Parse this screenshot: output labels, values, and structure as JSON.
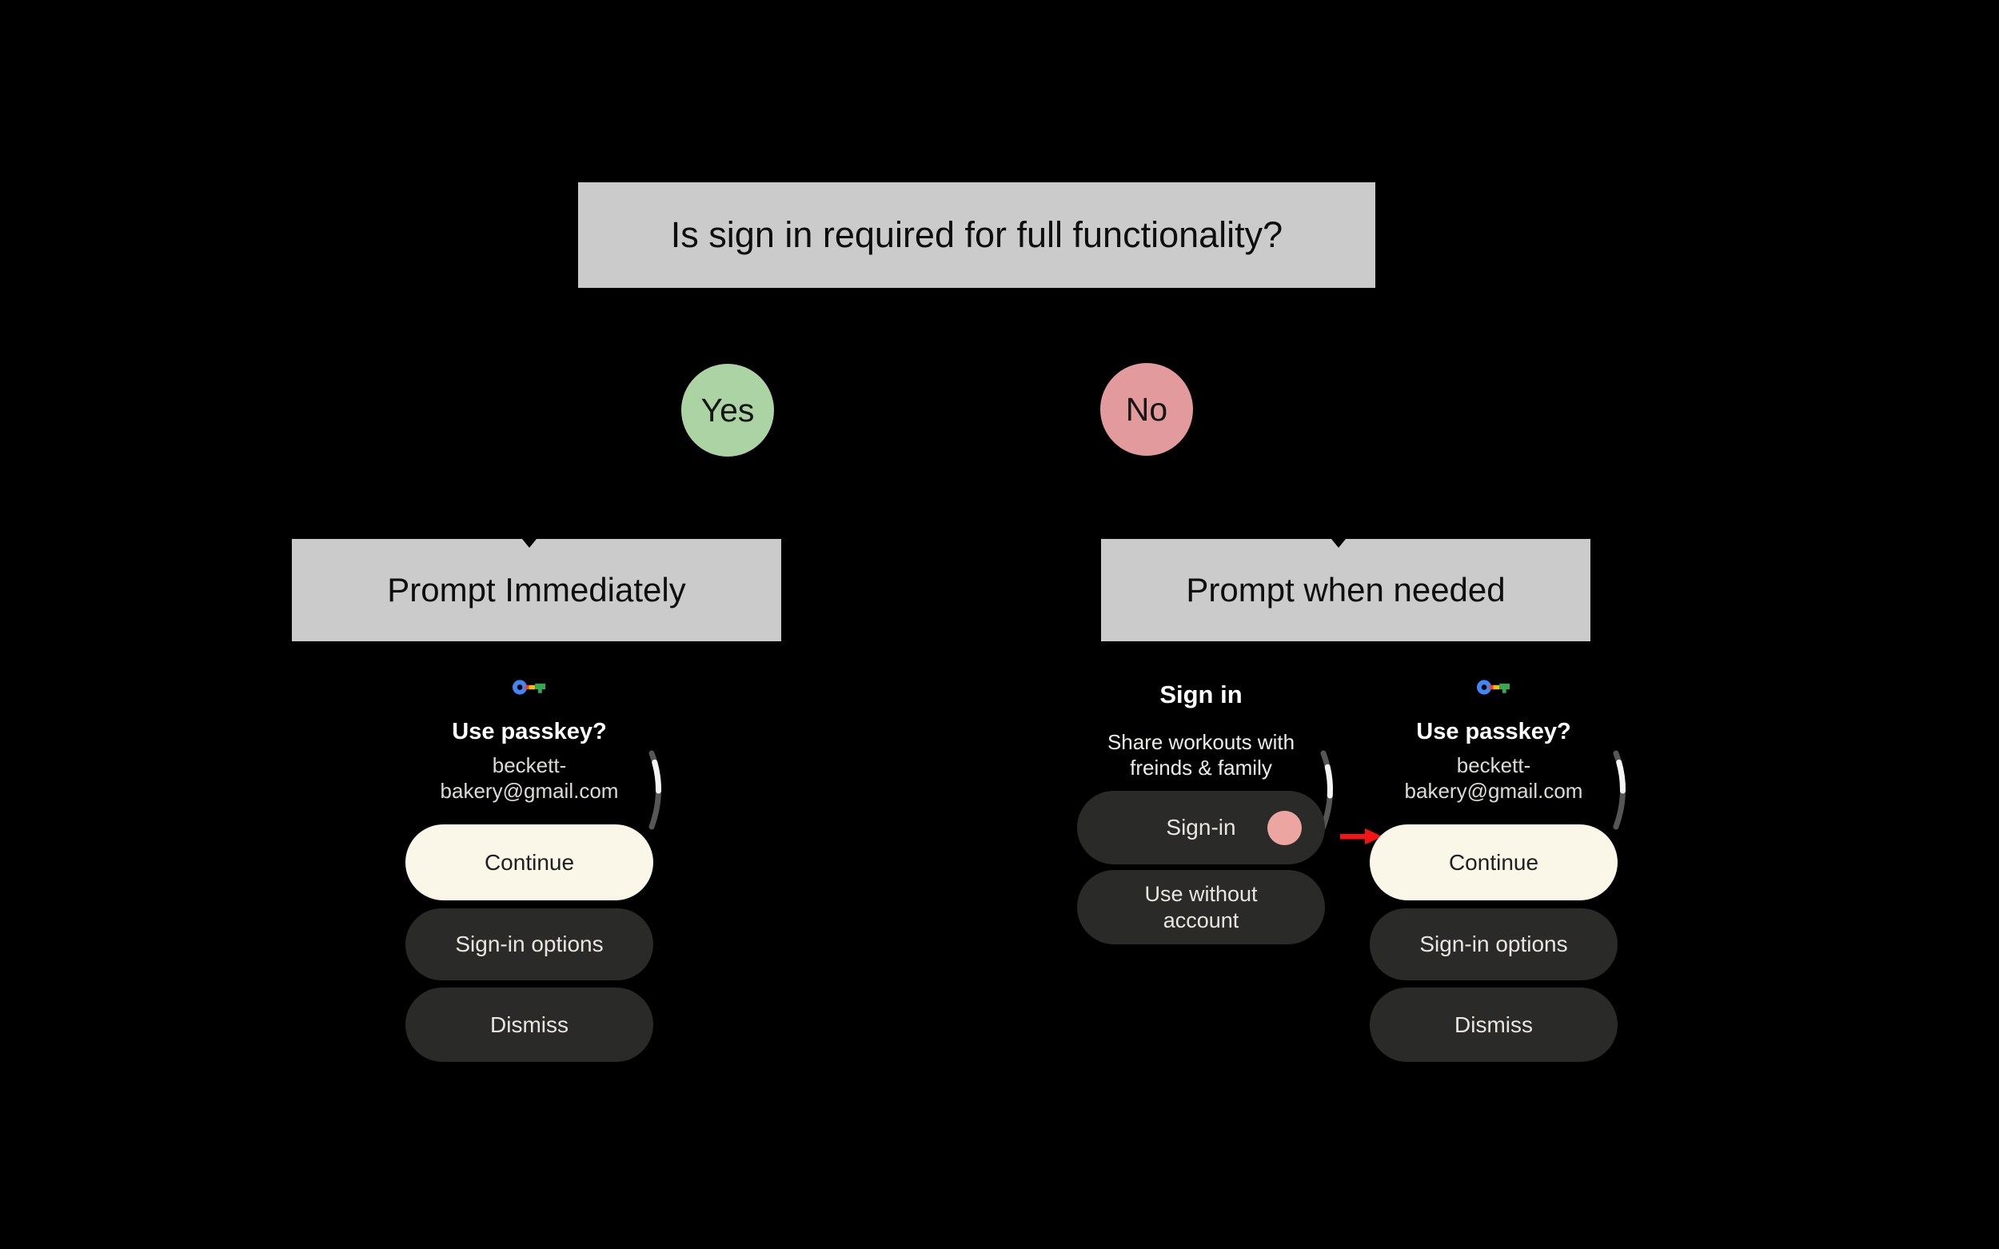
{
  "flowchart": {
    "question": "Is sign in required for full functionality?",
    "yes_label": "Yes",
    "no_label": "No",
    "yes_outcome": "Prompt Immediately",
    "no_outcome": "Prompt when needed"
  },
  "passkey_dialog": {
    "icon": "google-passkey-key-icon",
    "title": "Use passkey?",
    "account_line1": "beckett-",
    "account_line2": "bakery@gmail.com",
    "continue_label": "Continue",
    "signin_options_label": "Sign-in options",
    "dismiss_label": "Dismiss"
  },
  "signin_dialog": {
    "title": "Sign in",
    "subtitle_line1": "Share workouts with",
    "subtitle_line2": "freinds & family",
    "signin_button_label": "Sign-in",
    "use_without_account_line1": "Use without",
    "use_without_account_line2": "account"
  },
  "colors": {
    "background": "#000000",
    "node_gray": "#cbcbcb",
    "yes_green": "#abd3a3",
    "no_pink": "#e39a9c",
    "continue_cream": "#faf7e9",
    "button_dark": "#2a2a28",
    "tap_dot_pink": "#eca5a1",
    "arrow_red": "#f51313",
    "scrollbar_track": "#565656",
    "scrollbar_thumb": "#f5f5f5",
    "passkey_blue": "#4285f4",
    "passkey_red": "#ea4335",
    "passkey_yellow": "#fbbc04",
    "passkey_green": "#34a853"
  }
}
